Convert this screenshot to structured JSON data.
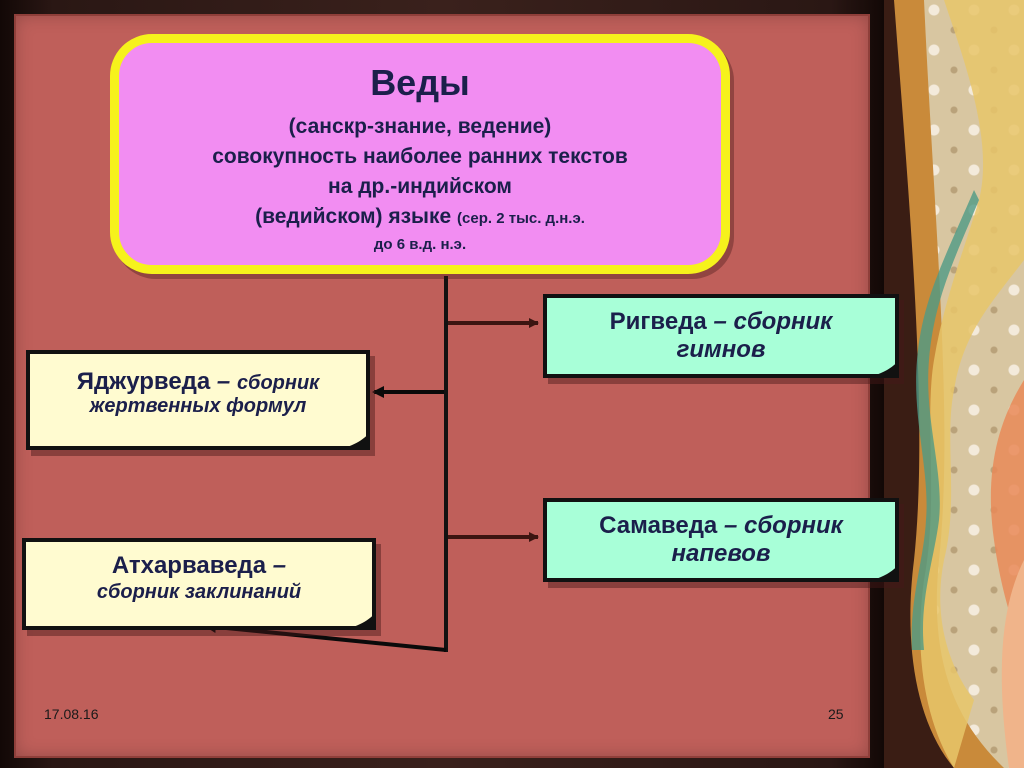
{
  "slide": {
    "main": {
      "title": "Веды",
      "line1": "(санскр-знание, ведение)",
      "line2": "совокупность наиболее ранних текстов",
      "line3": "на др.-индийском",
      "line4_main": "(ведийском) языке",
      "line4_small": "(сер. 2 тыс. д.н.э.",
      "line5": "до 6 в.д. н.э."
    },
    "rigveda": {
      "name": "Ригведа",
      "dash": " – ",
      "desc1": "сборник",
      "desc2": "гимнов"
    },
    "yajurveda": {
      "name": "Яджурведа",
      "dash": " – ",
      "desc1": "сборник",
      "desc2": "жертвенных формул"
    },
    "samaveda": {
      "name": "Самаведа",
      "dash": " – ",
      "desc1": "сборник",
      "desc2": "напевов"
    },
    "atharvaveda": {
      "name": "Атхарваведа",
      "dash": " –",
      "desc2": "сборник заклинаний"
    },
    "footer": {
      "date": "17.08.16",
      "page": "25"
    }
  },
  "colors": {
    "background": "#bf5f5a",
    "main_fill": "#f28df2",
    "main_border": "#f6f21c",
    "mint_box": "#a8ffd8",
    "cream_box": "#fffbd0",
    "text": "#1b1f4b"
  }
}
